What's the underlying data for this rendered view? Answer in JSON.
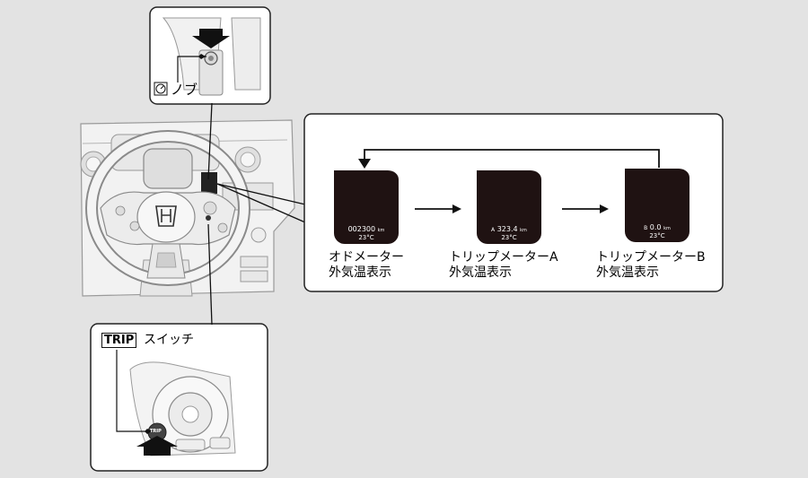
{
  "knob": {
    "label": "ノブ",
    "icon": "gauge-icon"
  },
  "trip_switch": {
    "boxed": "TRIP",
    "label": "スイッチ",
    "button_text": "TRIP"
  },
  "sequence": [
    {
      "main": "002300",
      "unit": "km",
      "temp": "23°C",
      "caption1": "オドメーター",
      "caption2": "外気温表示"
    },
    {
      "prefix": "A",
      "main": "323.4",
      "unit": "km",
      "temp": "23°C",
      "caption1": "トリップメーターA",
      "caption2": "外気温表示"
    },
    {
      "prefix": "B",
      "main": "0.0",
      "unit": "km",
      "temp": "23°C",
      "caption1": "トリップメーターB",
      "caption2": "外気温表示"
    }
  ],
  "logo": "honda-logo",
  "colors": {
    "background": "#e3e3e3",
    "panel": "#ffffff",
    "screen": "#1f1212",
    "arrow": "#111111"
  }
}
